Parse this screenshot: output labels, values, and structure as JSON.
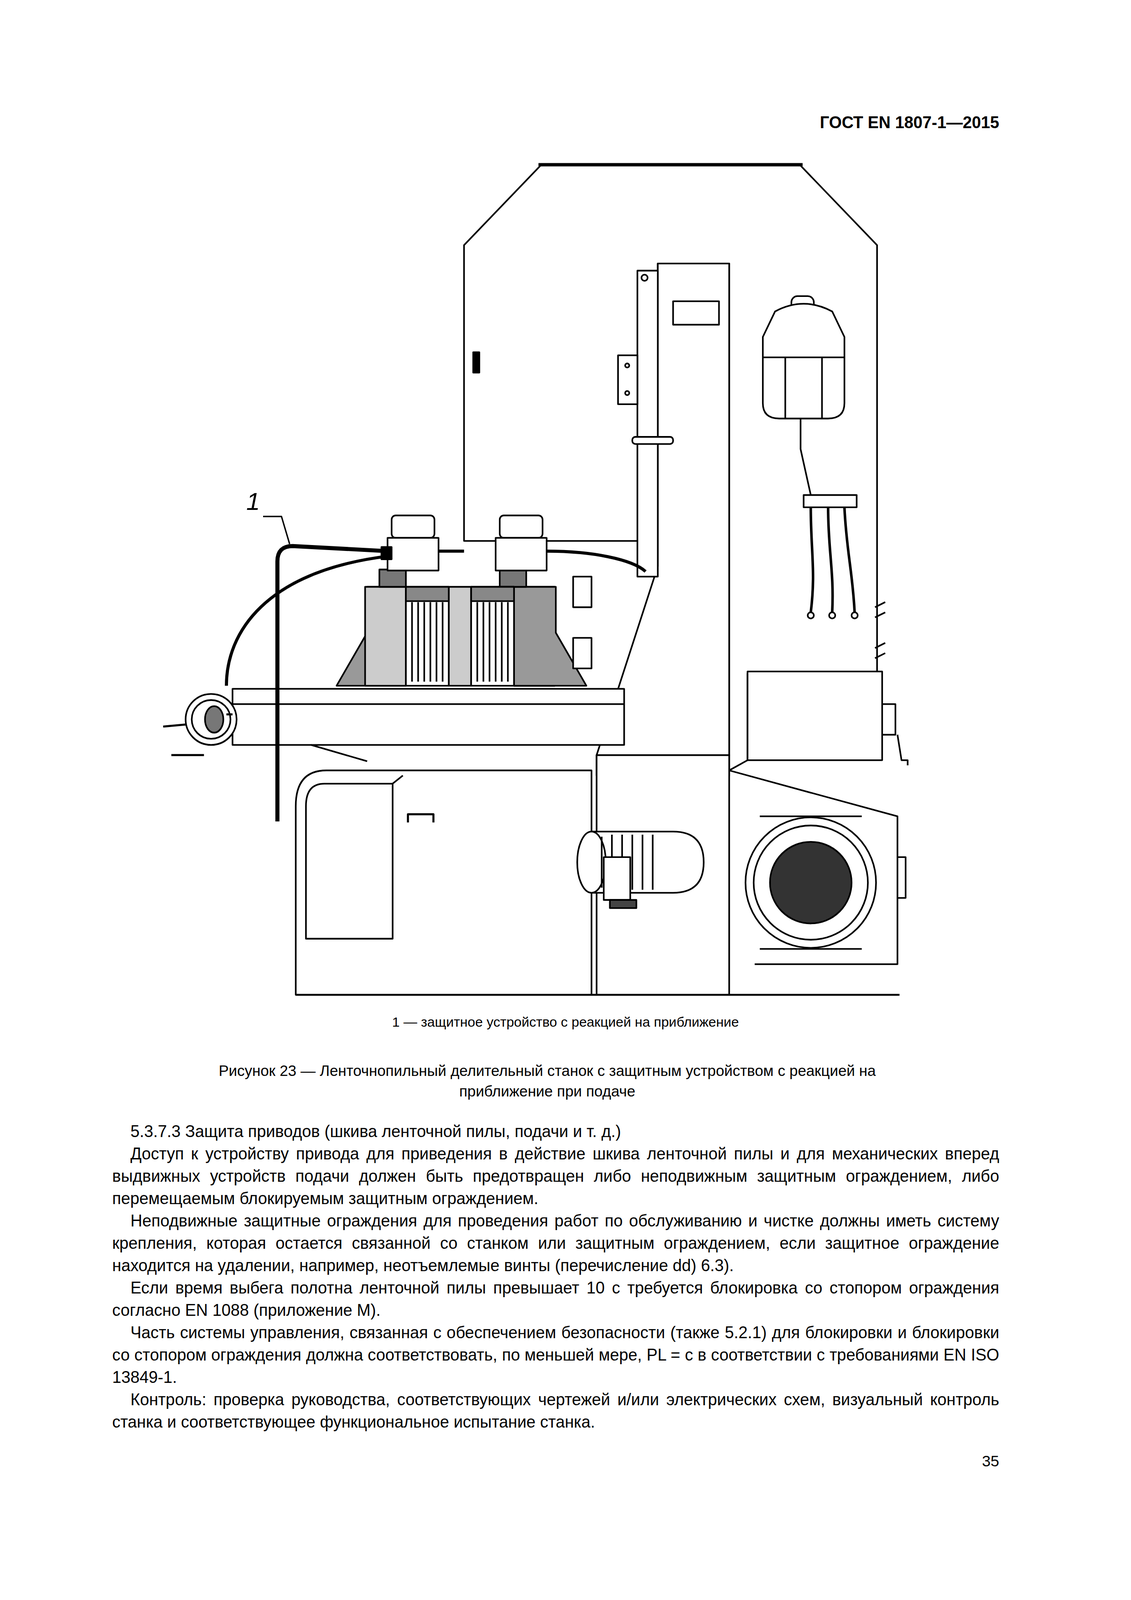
{
  "diagram": {
    "title": "ГОСТ EN 1807-1—2015",
    "caption": "Рисунок 23 — Ленточнопильный делительный станок с защитным устройством с реакцией на приближение при подаче",
    "labels": [
      "1",
      "1 — защитное устройство с реакцией на приближение",
      "5.3.7.3 Защита приводов (шкива ленточной пилы, подачи и т. д.)",
      "Доступ к устройству привода для приведения в действие шкива ленточной пилы и для механических вперед выдвижных устройств подачи должен быть предотвращен либо неподвижным защитным ограждением, либо перемещаемым блокируемым защитным ограждением.",
      "Неподвижные защитные ограждения для проведения работ по обслуживанию и чистке должны иметь систему крепления, которая остается связанной со станком или защитным ограждением, если защитное ограждение находится на удалении, например, неотъемлемые винты (перечисление dd) 6.3).",
      "Если время выбега полотна ленточной пилы превышает 10 с требуется блокировка со стопором ограждения согласно EN 1088 (приложение M).",
      "Часть системы управления, связанная с обеспечением безопасности (также 5.2.1) для блокировки и блокировки со стопором ограждения должна соответствовать, по меньшей мере, PL = c в соответствии с требованиями EN ISO 13849-1.",
      "Контроль: проверка руководства, соответствующих чертежей и/или электрических схем, визуальный контроль станка и соответствующее функциональное испытание станка.",
      "35"
    ]
  }
}
